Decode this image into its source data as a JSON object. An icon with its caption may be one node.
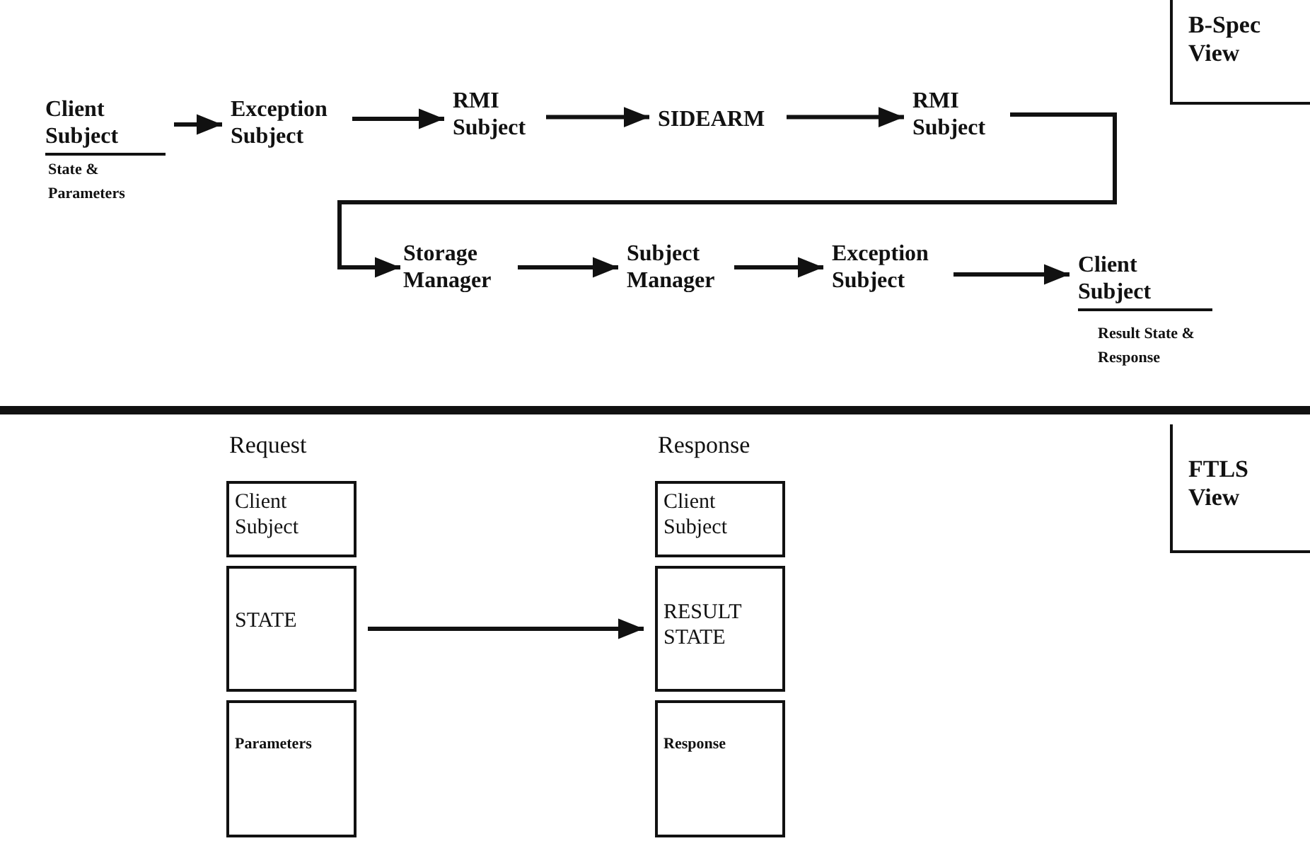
{
  "diagram": {
    "nodes": [
      {
        "text": [
          "Client Subject"
        ],
        "beside": [
          "State & Parameters"
        ]
      },
      {
        "text": [
          "Exception Subject"
        ]
      },
      {
        "text": [
          "RMI Subject"
        ]
      },
      {
        "text": [
          "SIDEARM"
        ]
      },
      {
        "text": [
          "RMI Subject"
        ]
      },
      {
        "text": [
          "Storage Manager"
        ]
      },
      {
        "text": [
          "Subject Manager"
        ]
      },
      {
        "text": [
          "Exception Subject"
        ]
      },
      {
        "text": [
          "Client Subject"
        ],
        "beside": [
          "Result State & Response"
        ]
      },
      {
        "text": [
          "Request"
        ]
      },
      {
        "text": [
          "Client Subject"
        ],
        "in": 9
      },
      {
        "text": [
          "STATE"
        ],
        "in": 9
      },
      {
        "text": [
          "Parameters"
        ],
        "in": 9
      },
      {
        "text": [
          "Response"
        ]
      },
      {
        "text": [
          "Client Subject"
        ],
        "in": 13
      },
      {
        "text": [
          "RESULT STATE"
        ],
        "in": 13
      },
      {
        "text": [
          "Response"
        ],
        "in": 13
      }
    ],
    "edges": [
      {
        "from": 0,
        "to": 1,
        "arrow": "to"
      },
      {
        "from": 1,
        "to": 2,
        "arrow": "to"
      },
      {
        "from": 2,
        "to": 3,
        "arrow": "to"
      },
      {
        "from": 3,
        "to": 4,
        "arrow": "to"
      },
      {
        "from": 4,
        "to": 5,
        "arrow": "to"
      },
      {
        "from": 5,
        "to": 6,
        "arrow": "to"
      },
      {
        "from": 6,
        "to": 7,
        "arrow": "to"
      },
      {
        "from": 7,
        "to": 8,
        "arrow": "to"
      },
      {
        "from": 11,
        "to": 15,
        "arrow": "to"
      }
    ],
    "labels": [
      "B-Spec View",
      "FTLS View"
    ]
  }
}
